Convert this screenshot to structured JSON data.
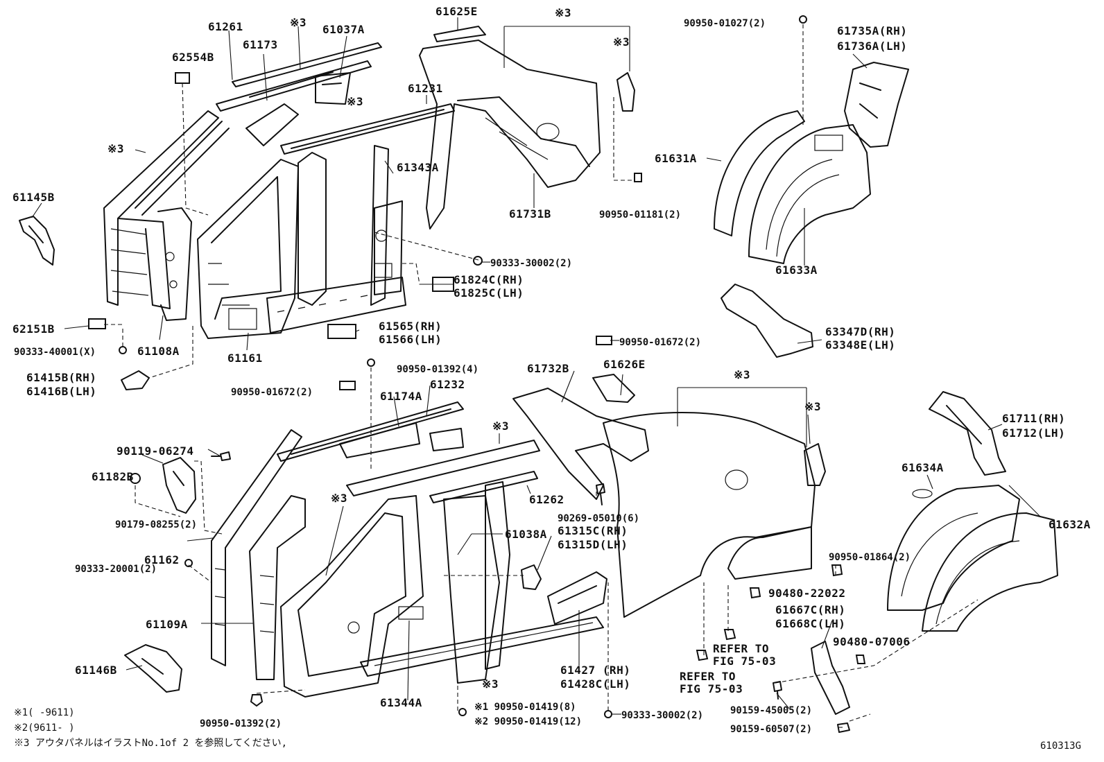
{
  "diagram": {
    "code": "610313G",
    "labels": [
      "62554B",
      "61261",
      "61173",
      "※3",
      "61037A",
      "※3",
      "61231",
      "61625E",
      "※3",
      "※3",
      "90950-01027(2)",
      "61735A(RH)",
      "61736A(LH)",
      "※3",
      "61145B",
      "61343A",
      "61731B",
      "90950-01181(2)",
      "61631A",
      "61633A",
      "90333-30002(2)",
      "61824C(RH)",
      "61825C(LH)",
      "62151B",
      "90333-40001(X)",
      "61108A",
      "61161",
      "61565(RH)",
      "61566(LH)",
      "63347D(RH)",
      "63348E(LH)",
      "90950-01672(2)",
      "61415B(RH)",
      "61416B(LH)",
      "90950-01392(4)",
      "61732B",
      "61626E",
      "※3",
      "61232",
      "90950-01672(2)",
      "61174A",
      "※3",
      "※3",
      "61711(RH)",
      "61712(LH)",
      "90119-06274",
      "61182B",
      "61634A",
      "※3",
      "61262",
      "61632A",
      "90179-08255(2)",
      "90269-05010(6)",
      "61038A",
      "61315C(RH)",
      "61315D(LH)",
      "61162",
      "90950-01864(2)",
      "90333-20001(2)",
      "90480-22022",
      "61667C(RH)",
      "61668C(LH)",
      "61109A",
      "REFER TO",
      "FIG 75-03",
      "90480-07006",
      "REFER TO",
      "FIG 75-03",
      "61146B",
      "61427 (RH)",
      "61428C(LH)",
      "※3",
      "90159-45005(2)",
      "61344A",
      "※1 90950-01419(8)",
      "※2 90950-01419(12)",
      "90333-30002(2)",
      "90159-60507(2)",
      "90950-01392(2)"
    ],
    "notes": [
      "※1(      -9611)",
      "※2(9611-       )",
      "※3 アウタパネルはイラストNo.1of 2 を参照してください,"
    ]
  }
}
